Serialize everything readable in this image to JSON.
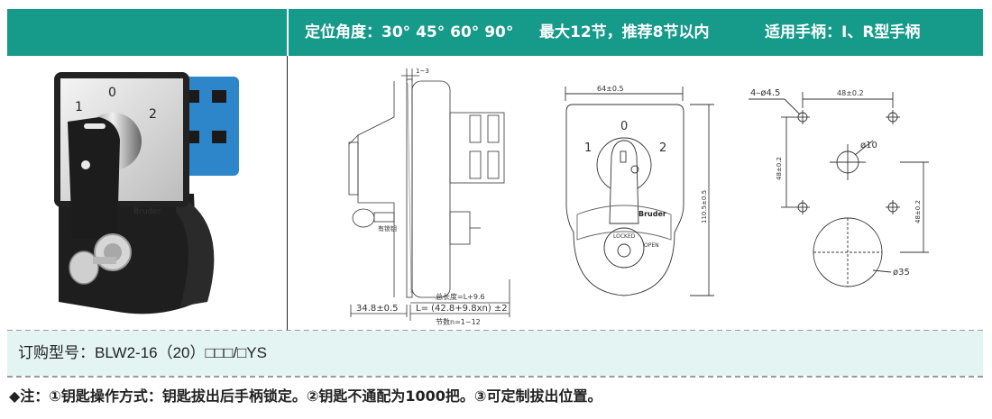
{
  "header": {
    "angles": "定位角度：30° 45° 60° 90°",
    "sections": "最大12节，推荐8节以内",
    "handle": "适用手柄：I、R型手柄"
  },
  "photo": {
    "dial_left": "1",
    "dial_center": "0",
    "dial_right": "2",
    "brand": "Bruder"
  },
  "side_view": {
    "top_tol": "1~3",
    "label_key": "有锁钥",
    "dim_left": "34.8±0.5",
    "dim_L1": "总长度=L+9.6",
    "dim_L2": "L= (42.8+9.8xn) ±2",
    "dim_n": "节数n=1~12"
  },
  "front_view": {
    "width": "64±0.5",
    "pos_0": "0",
    "pos_1": "1",
    "pos_2": "2",
    "brand": "Bruder",
    "locked": "LOCKED",
    "open": "OPEN",
    "height": "110.5±0.5"
  },
  "panel_cutout": {
    "holes": "4–ø4.5",
    "spacing_top": "48±0.2",
    "center_hole": "ø10",
    "spacing_left": "48±0.2",
    "spacing_right": "48±0.2",
    "large_hole": "ø35"
  },
  "order": {
    "text": "订购型号：BLW2-16（20）□□□/□YS"
  },
  "note": {
    "text": "◆注：①钥匙操作方式：钥匙拔出后手柄锁定。②钥匙不通配为1000把。③可定制拔出位置。"
  }
}
